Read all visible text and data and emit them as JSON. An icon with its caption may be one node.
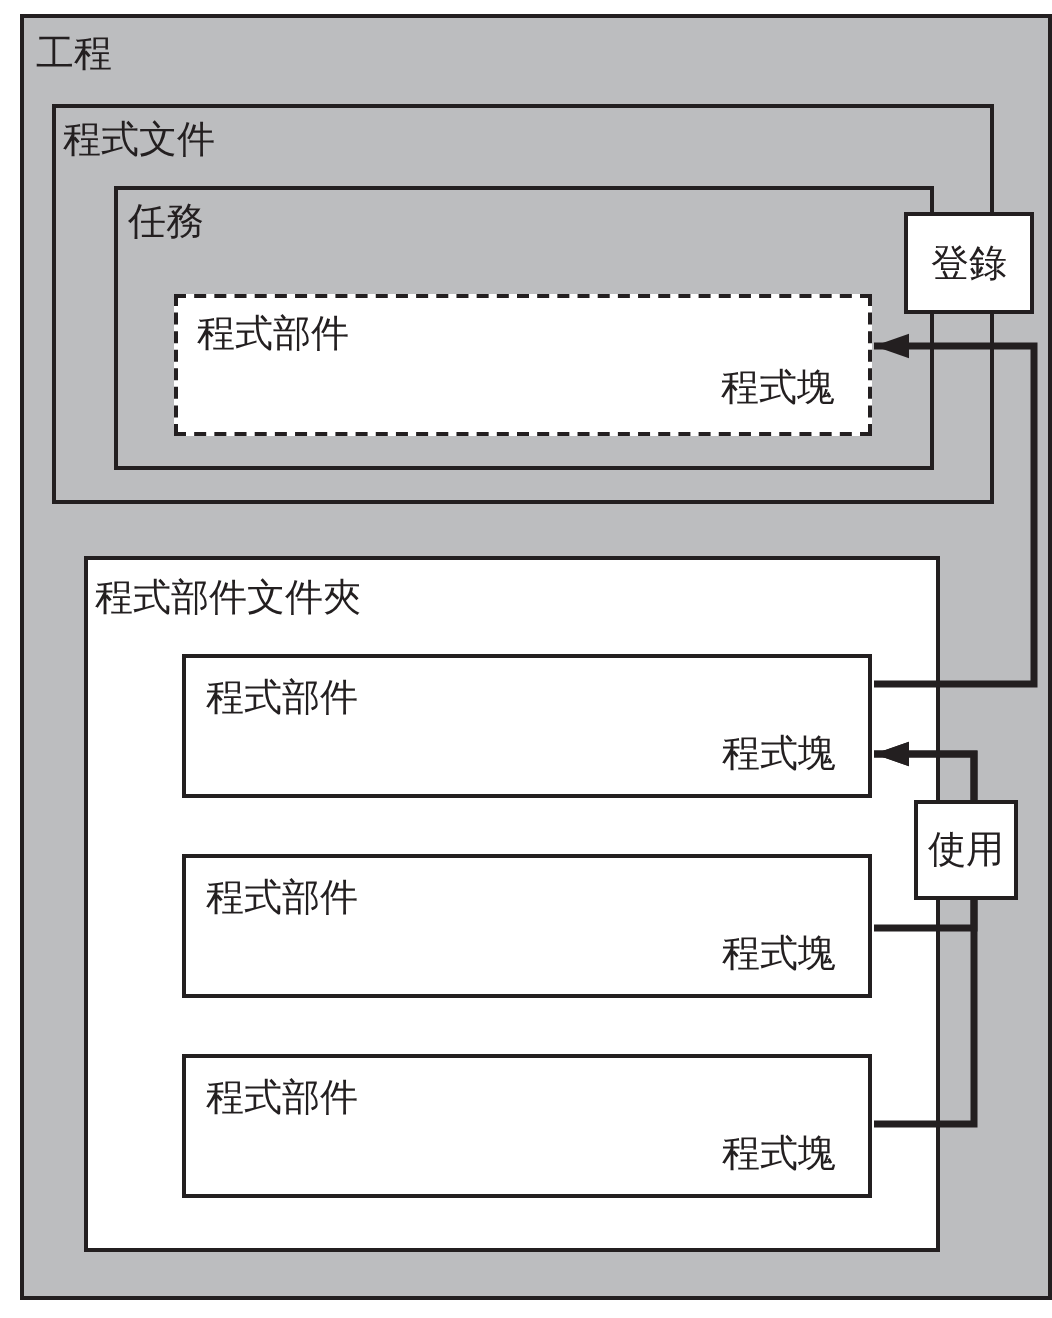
{
  "diagram": {
    "nodes": [
      {
        "text": [
          "工程"
        ]
      },
      {
        "text": [
          "程式文件"
        ],
        "in": 0
      },
      {
        "text": [
          "任務"
        ],
        "in": 1
      },
      {
        "text": [
          "程式部件",
          "程式塊"
        ],
        "in": 2
      },
      {
        "text": [
          "程式部件文件夾"
        ],
        "in": 0
      },
      {
        "text": [
          "程式部件",
          "程式塊"
        ],
        "in": 4
      },
      {
        "text": [
          "程式部件",
          "程式塊"
        ],
        "in": 4
      },
      {
        "text": [
          "程式部件",
          "程式塊"
        ],
        "in": 4
      }
    ],
    "edges": [
      {
        "from": 5,
        "to": 3,
        "arrow": "to",
        "label": "登錄"
      },
      {
        "from": 6,
        "to": 5,
        "arrow": "to",
        "label": "使用"
      },
      {
        "from": 7,
        "to": 5,
        "arrow": "to"
      }
    ]
  }
}
